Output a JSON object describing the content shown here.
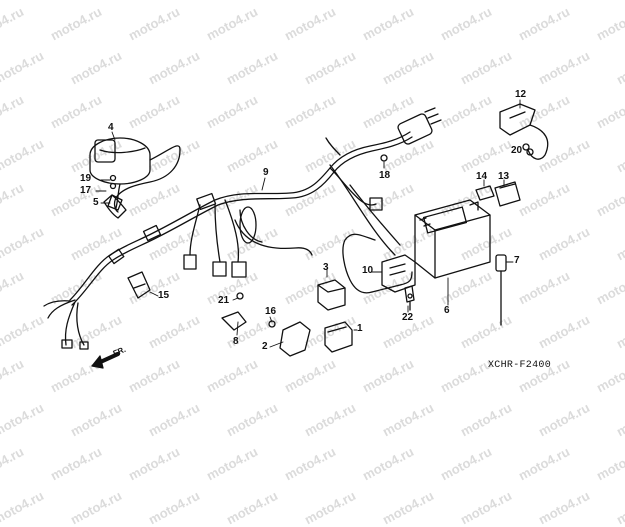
{
  "watermark": {
    "text": "moto4.ru",
    "color": "#bebebe"
  },
  "diagram": {
    "code": "XCHR-F2400",
    "front_marker": "FR.",
    "callouts": [
      {
        "id": "c1",
        "label": "1"
      },
      {
        "id": "c2",
        "label": "2"
      },
      {
        "id": "c3",
        "label": "3"
      },
      {
        "id": "c4",
        "label": "4"
      },
      {
        "id": "c5",
        "label": "5"
      },
      {
        "id": "c6",
        "label": "6"
      },
      {
        "id": "c7",
        "label": "7"
      },
      {
        "id": "c8",
        "label": "8"
      },
      {
        "id": "c9",
        "label": "9"
      },
      {
        "id": "c10",
        "label": "10"
      },
      {
        "id": "c12",
        "label": "12"
      },
      {
        "id": "c13",
        "label": "13"
      },
      {
        "id": "c14",
        "label": "14"
      },
      {
        "id": "c15",
        "label": "15"
      },
      {
        "id": "c16",
        "label": "16"
      },
      {
        "id": "c17",
        "label": "17"
      },
      {
        "id": "c18",
        "label": "18"
      },
      {
        "id": "c19",
        "label": "19"
      },
      {
        "id": "c20",
        "label": "20"
      },
      {
        "id": "c21",
        "label": "21"
      },
      {
        "id": "c22",
        "label": "22"
      }
    ]
  }
}
